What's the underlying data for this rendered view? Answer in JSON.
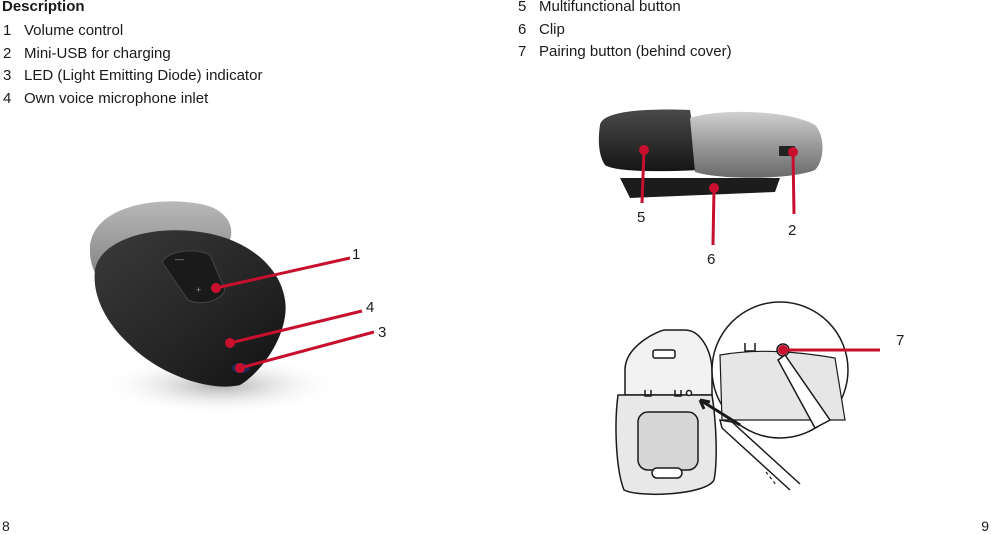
{
  "left_page": {
    "heading": "Description",
    "items": [
      {
        "num": "1",
        "text": "Volume control"
      },
      {
        "num": "2",
        "text": "Mini-USB for charging"
      },
      {
        "num": "3",
        "text": "LED (Light Emitting Diode) indicator"
      },
      {
        "num": "4",
        "text": "Own voice microphone inlet"
      }
    ],
    "page_number": "8"
  },
  "right_page": {
    "items": [
      {
        "num": "5",
        "text": "Multifunctional button"
      },
      {
        "num": "6",
        "text": "Clip"
      },
      {
        "num": "7",
        "text": "Pairing button (behind cover)"
      }
    ],
    "page_number": "9"
  },
  "figures": {
    "front_view": {
      "callouts": [
        "1",
        "4",
        "3"
      ]
    },
    "side_view": {
      "callouts": [
        "5",
        "2",
        "6"
      ]
    },
    "pairing_view": {
      "callouts": [
        "7"
      ]
    }
  },
  "colors": {
    "callout_line": "#c8102e",
    "device_body": "#2b2b2b",
    "device_grey": "#9a9a9a"
  }
}
